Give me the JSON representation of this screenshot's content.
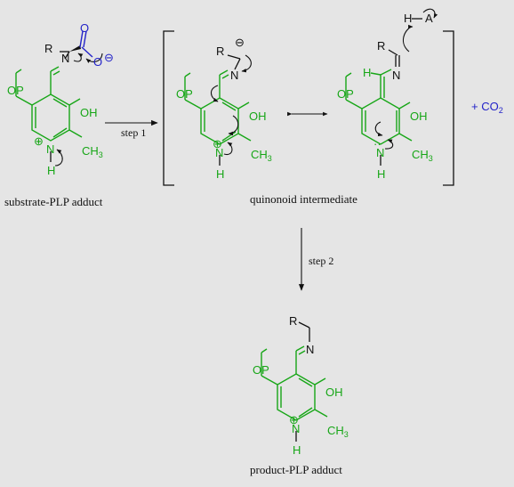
{
  "labels": {
    "OP": "OP",
    "OH": "OH",
    "N": "N",
    "H": "H",
    "CH": "CH",
    "three": "3",
    "R": "R",
    "O": "O",
    "Ominus": "O",
    "A": "A",
    "plus": "+",
    "CO": "CO",
    "two": "2",
    "plus_charge": "⊕",
    "minus_charge": "⊖"
  },
  "steps": {
    "step1": "step 1",
    "step2": "step 2"
  },
  "captions": {
    "substrate": "substrate-PLP adduct",
    "intermediate": "quinonoid intermediate",
    "product": "product-PLP adduct"
  }
}
